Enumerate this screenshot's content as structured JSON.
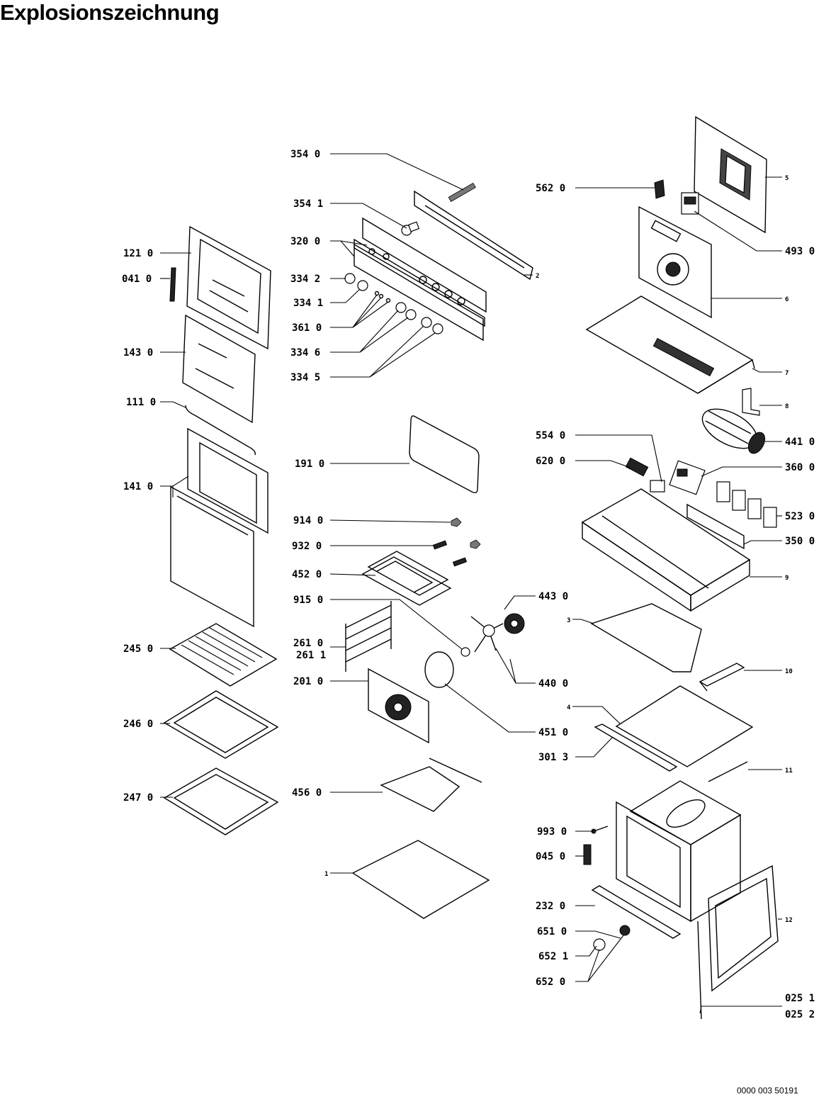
{
  "title": "Explosionszeichnung",
  "footer_code": "0000 003 50191",
  "labels": {
    "l354_0": "354 0",
    "l354_1": "354 1",
    "l320_0": "320 0",
    "l334_2": "334 2",
    "l334_1": "334 1",
    "l361_0": "361 0",
    "l334_6": "334 6",
    "l334_5": "334 5",
    "l121_0": "121 0",
    "l041_0": "041 0",
    "l143_0": "143 0",
    "l111_0": "111 0",
    "l141_0": "141 0",
    "l245_0": "245 0",
    "l246_0": "246 0",
    "l247_0": "247 0",
    "l191_0": "191 0",
    "l914_0": "914 0",
    "l932_0": "932 0",
    "l452_0": "452 0",
    "l915_0": "915 0",
    "l261_0": "261 0",
    "l261_1": "261 1",
    "l201_0": "201 0",
    "l456_0": "456 0",
    "l1": "1",
    "l2": "2",
    "l443_0": "443 0",
    "l440_0": "440 0",
    "l451_0": "451 0",
    "l562_0": "562 0",
    "l5": "5",
    "l493_0": "493 0",
    "l6": "6",
    "l7": "7",
    "l8": "8",
    "l441_0": "441 0",
    "l554_0": "554 0",
    "l620_0": "620 0",
    "l360_0": "360 0",
    "l523_0": "523 0",
    "l350_0": "350 0",
    "l9": "9",
    "l3": "3",
    "l10": "10",
    "l4": "4",
    "l301_3": "301 3",
    "l11": "11",
    "l993_0": "993 0",
    "l045_0": "045 0",
    "l232_0": "232 0",
    "l651_0": "651 0",
    "l652_1": "652 1",
    "l652_0": "652 0",
    "l12": "12",
    "l025_1": "025 1",
    "l025_2": "025 2"
  }
}
